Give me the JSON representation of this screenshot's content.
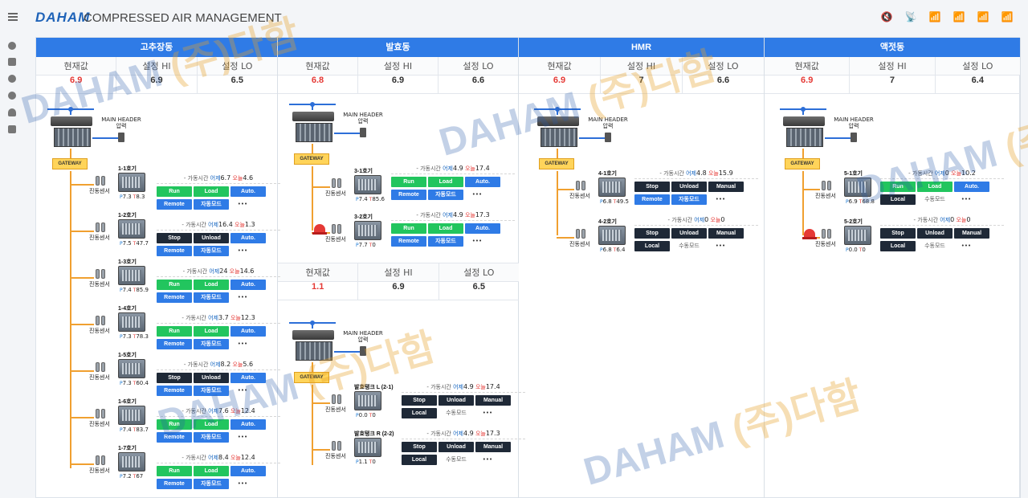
{
  "app": {
    "logo": "DAHAM",
    "title": "COMPRESSED AIR MANAGEMENT"
  },
  "top_icons": [
    "mute-icon",
    "satellite-icon",
    "signal-icon-1",
    "signal-icon-2",
    "signal-icon-3",
    "signal-icon-4"
  ],
  "sidebar": [
    "globe-icon",
    "calendar-icon",
    "clock-icon",
    "gear-icon",
    "user-icon",
    "logout-icon"
  ],
  "sp_labels": {
    "current": "현재값",
    "hi": "설정 HI",
    "lo": "설정 LO"
  },
  "sections": [
    {
      "title": "고추장동",
      "current": "6.9",
      "hi": "6.9",
      "lo": "6.5"
    },
    {
      "title": "발효동",
      "current": "6.8",
      "hi": "6.9",
      "lo": "6.6"
    },
    {
      "title": "HMR",
      "current": "6.9",
      "hi": "7",
      "lo": "6.6"
    },
    {
      "title": "액젓동",
      "current": "6.9",
      "hi": "7",
      "lo": "6.4"
    }
  ],
  "sub_section": {
    "current": "1.1",
    "hi": "6.9",
    "lo": "6.5"
  },
  "labels": {
    "main_header": "MAIN HEADER",
    "pressure": "압력",
    "gateway": "GATEWAY",
    "sensor": "진동센서",
    "op_time": "- 가동시간",
    "yesterday": "어제",
    "today": "오늘",
    "more": "•••"
  },
  "units": [
    {
      "name": "1-1호기",
      "p": "7.3",
      "t": "8.3",
      "y": "6.7",
      "td": "4.6",
      "s1": "Run",
      "s2": "Load",
      "s3": "Auto.",
      "m1": "Remote",
      "m2": "자동모드"
    },
    {
      "name": "1-2호기",
      "p": "7.5",
      "t": "47.7",
      "y": "16.4",
      "td": "1.3",
      "s1": "Stop",
      "s2": "Unload",
      "s3": "Auto.",
      "m1": "Remote",
      "m2": "자동모드"
    },
    {
      "name": "1-3호기",
      "p": "7.4",
      "t": "85.9",
      "y": "24",
      "td": "14.6",
      "s1": "Run",
      "s2": "Load",
      "s3": "Auto.",
      "m1": "Remote",
      "m2": "자동모드"
    },
    {
      "name": "1-4호기",
      "p": "7.3",
      "t": "78.3",
      "y": "3.7",
      "td": "12.3",
      "s1": "Run",
      "s2": "Load",
      "s3": "Auto.",
      "m1": "Remote",
      "m2": "자동모드"
    },
    {
      "name": "1-5호기",
      "p": "7.3",
      "t": "60.4",
      "y": "8.2",
      "td": "5.6",
      "s1": "Stop",
      "s2": "Unload",
      "s3": "Auto.",
      "m1": "Remote",
      "m2": "자동모드"
    },
    {
      "name": "1-6호기",
      "p": "7.4",
      "t": "83.7",
      "y": "7.6",
      "td": "12.4",
      "s1": "Run",
      "s2": "Load",
      "s3": "Auto.",
      "m1": "Remote",
      "m2": "자동모드"
    },
    {
      "name": "1-7호기",
      "p": "7.2",
      "t": "67",
      "y": "8.4",
      "td": "12.4",
      "s1": "Run",
      "s2": "Load",
      "s3": "Auto.",
      "m1": "Remote",
      "m2": "자동모드"
    },
    {
      "name": "3-1호기",
      "p": "7.4",
      "t": "85.6",
      "y": "4.9",
      "td": "17.4",
      "s1": "Run",
      "s2": "Load",
      "s3": "Auto.",
      "m1": "Remote",
      "m2": "자동모드"
    },
    {
      "name": "3-2호기",
      "p": "7.7",
      "t": "0",
      "y": "4.9",
      "td": "17.3",
      "s1": "Run",
      "s2": "Load",
      "s3": "Auto.",
      "m1": "Remote",
      "m2": "자동모드"
    },
    {
      "name": "발효탱크 L (2-1)",
      "p": "0.0",
      "t": "0",
      "y": "4.9",
      "td": "17.4",
      "s1": "Stop",
      "s2": "Unload",
      "s3": "Manual",
      "m1": "Local",
      "m2": "수동모드"
    },
    {
      "name": "발효탱크 R (2-2)",
      "p": "1.1",
      "t": "0",
      "y": "4.9",
      "td": "17.3",
      "s1": "Stop",
      "s2": "Unload",
      "s3": "Manual",
      "m1": "Local",
      "m2": "수동모드"
    },
    {
      "name": "4-1호기",
      "p": "6.8",
      "t": "49.5",
      "y": "4.8",
      "td": "15.9",
      "s1": "Stop",
      "s2": "Unload",
      "s3": "Manual",
      "m1": "Remote",
      "m2": "자동모드"
    },
    {
      "name": "4-2호기",
      "p": "6.8",
      "t": "6.4",
      "y": "0",
      "td": "0",
      "s1": "Stop",
      "s2": "Unload",
      "s3": "Manual",
      "m1": "Local",
      "m2": "수동모드"
    },
    {
      "name": "5-1호기",
      "p": "6.9",
      "t": "68.8",
      "y": "0",
      "td": "10.2",
      "s1": "Run",
      "s2": "Load",
      "s3": "Auto.",
      "m1": "Local",
      "m2": "수동모드"
    },
    {
      "name": "5-2호기",
      "p": "0.0",
      "t": "0",
      "y": "0",
      "td": "0",
      "s1": "Stop",
      "s2": "Unload",
      "s3": "Manual",
      "m1": "Local",
      "m2": "수동모드"
    }
  ],
  "watermark": {
    "text": "DAHAM",
    "kr": "(주)다함"
  },
  "colors": {
    "header_blue": "#2f7be6",
    "run_green": "#22c55e",
    "stop_dark": "#1f2937",
    "alarm_red": "#e53935",
    "gateway_yellow": "#ffd45a"
  }
}
